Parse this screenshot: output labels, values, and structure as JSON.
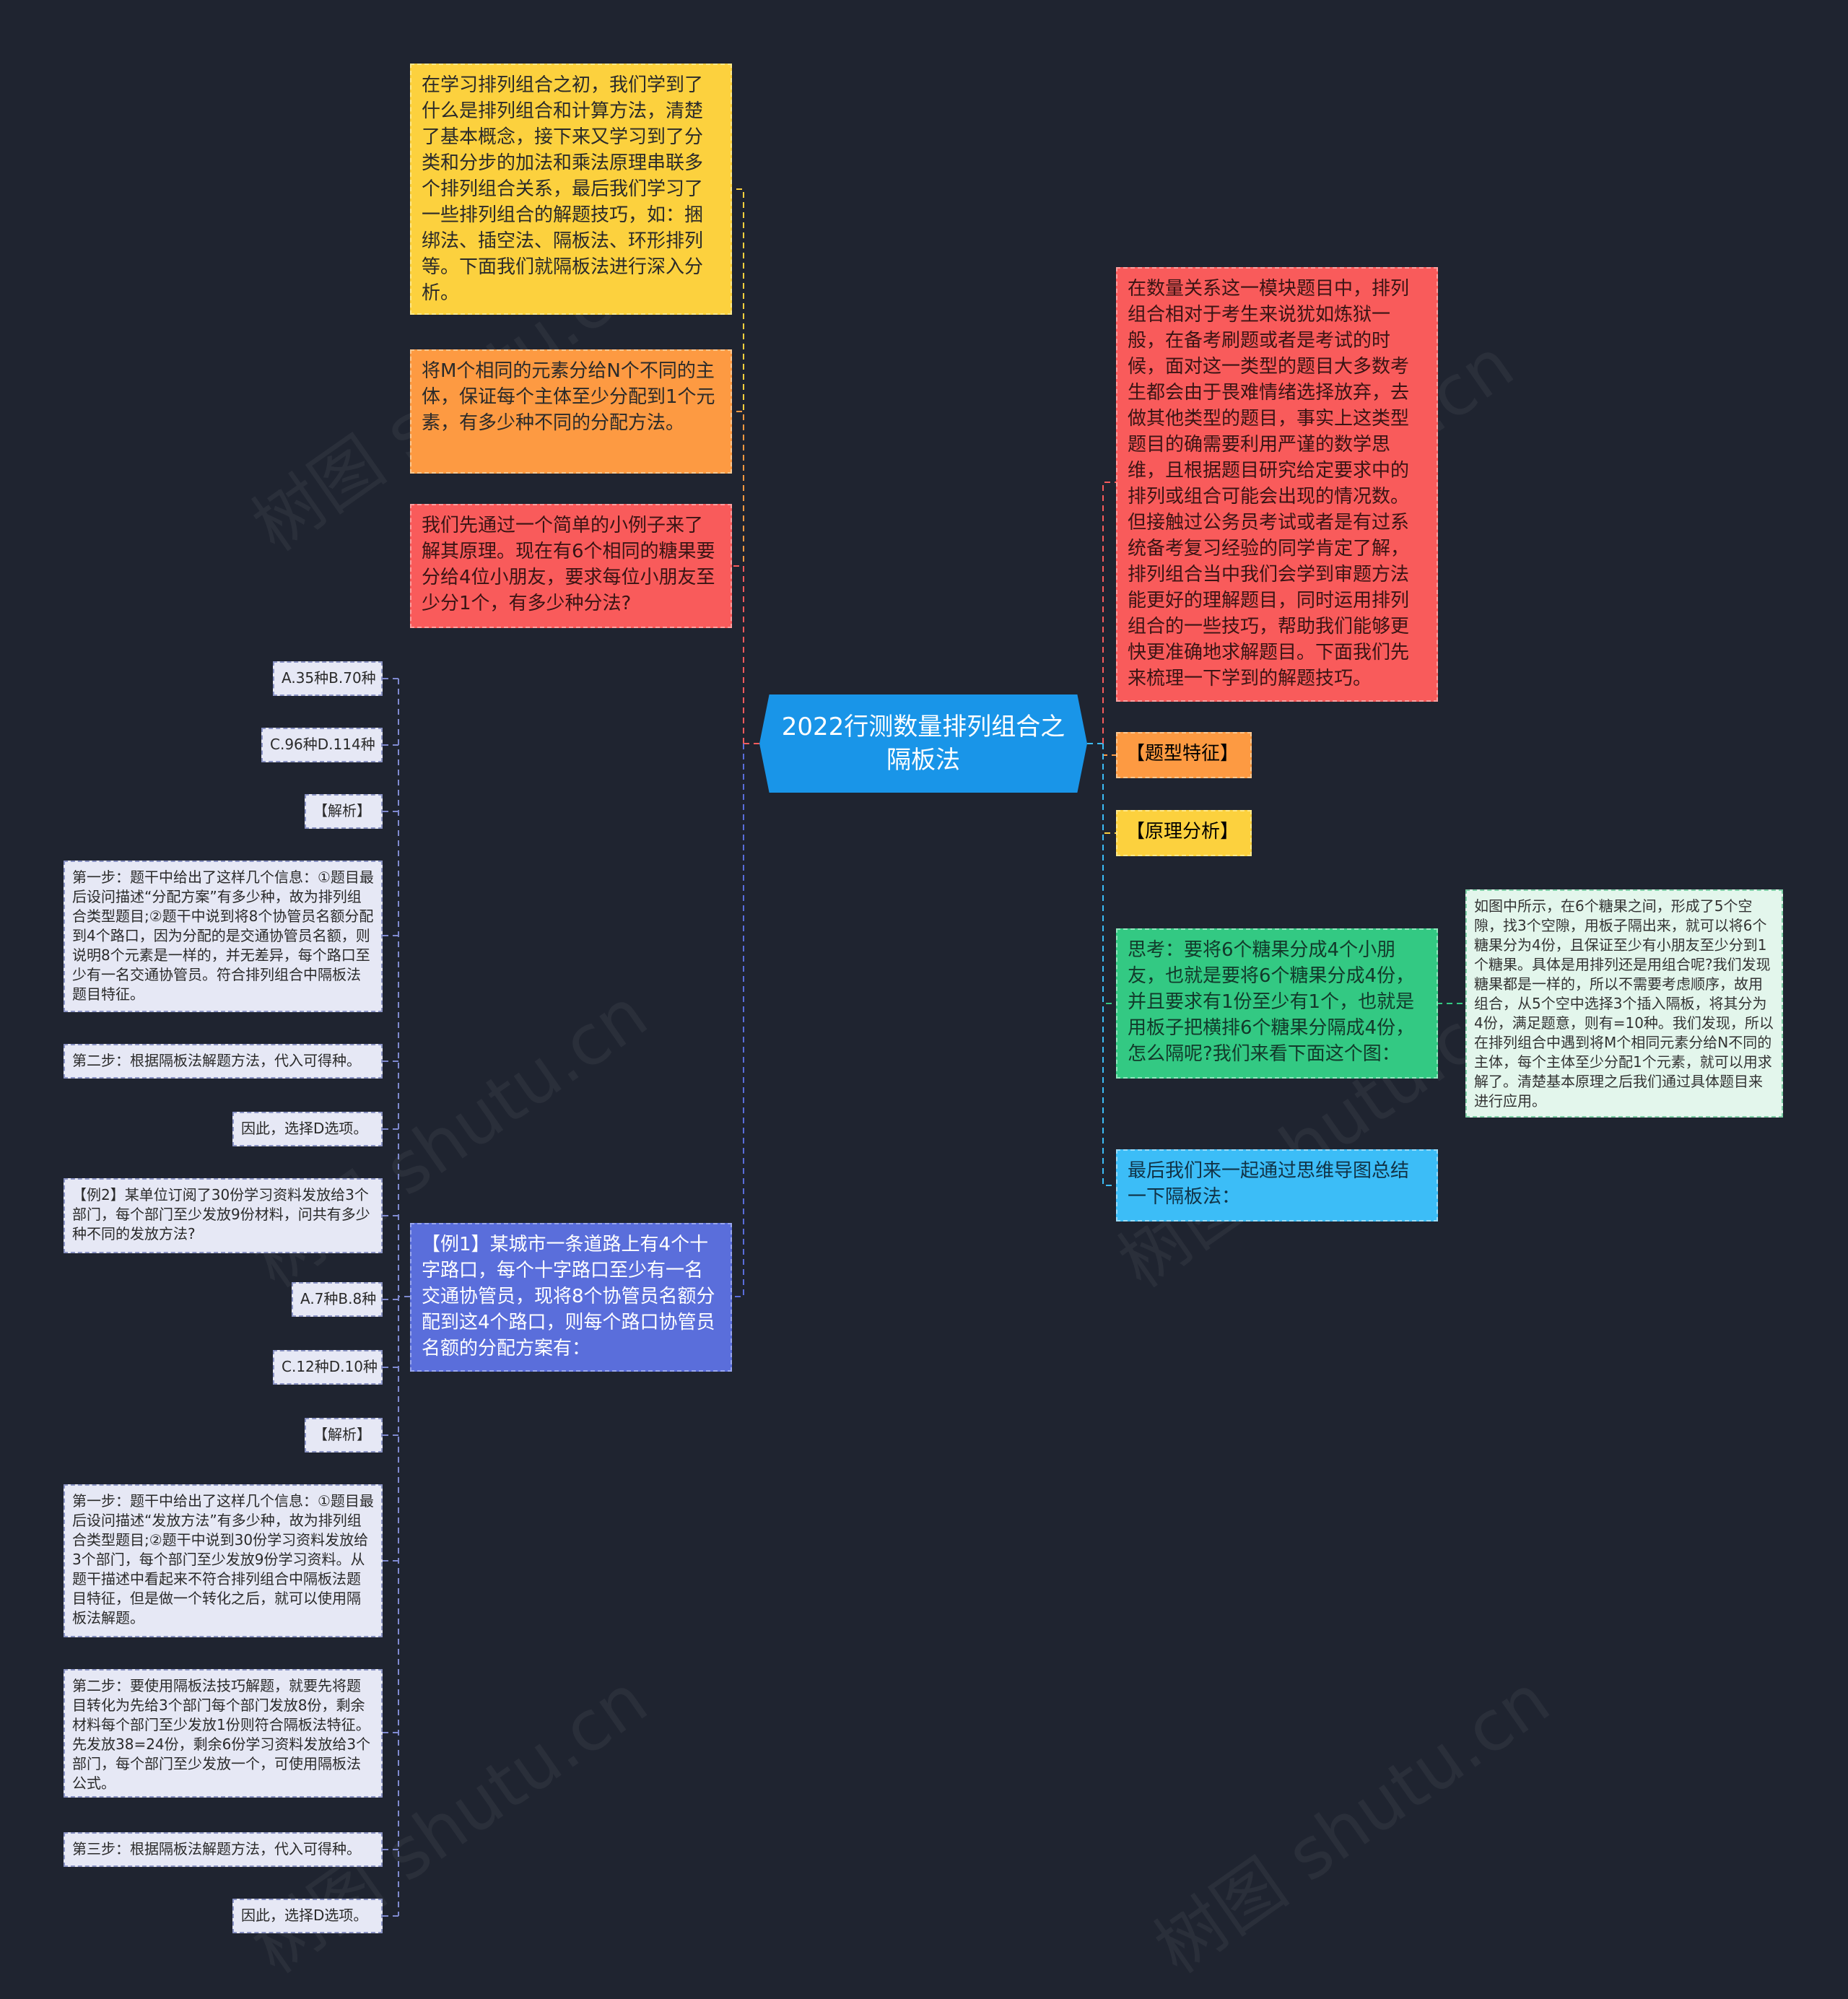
{
  "center": "2022行测数量排列组合之隔板法",
  "left": {
    "intro": "在学习排列组合之初，我们学到了什么是排列组合和计算方法，清楚了基本概念，接下来又学习到了分类和分步的加法和乘法原理串联多个排列组合关系，最后我们学习了一些排列组合的解题技巧，如：捆绑法、插空法、隔板法、环形排列等。下面我们就隔板法进行深入分析。",
    "definition": "将M个相同的元素分给N个不同的主体，保证每个主体至少分配到1个元素，有多少种不同的分配方法。",
    "example_intro": "我们先通过一个简单的小例子来了解其原理。现在有6个相同的糖果要分给4位小朋友，要求每位小朋友至少分1个，有多少种分法?",
    "example1": "【例1】某城市一条道路上有4个十字路口，每个十字路口至少有一名交通协管员，现将8个协管员名额分配到这4个路口，则每个路口协管员名额的分配方案有：",
    "example1_items": [
      "A.35种B.70种",
      "C.96种D.114种",
      "【解析】",
      "第一步：题干中给出了这样几个信息：①题目最后设问描述“分配方案”有多少种，故为排列组合类型题目;②题干中说到将8个协管员名额分配到4个路口，因为分配的是交通协管员名额，则说明8个元素是一样的，并无差异，每个路口至少有一名交通协管员。符合排列组合中隔板法题目特征。",
      "第二步：根据隔板法解题方法，代入可得种。",
      "因此，选择D选项。",
      "【例2】某单位订阅了30份学习资料发放给3个部门，每个部门至少发放9份材料，问共有多少种不同的发放方法?",
      "A.7种B.8种",
      "C.12种D.10种",
      "【解析】",
      "第一步：题干中给出了这样几个信息：①题目最后设问描述“发放方法”有多少种，故为排列组合类型题目;②题干中说到30份学习资料发放给3个部门，每个部门至少发放9份学习资料。从题干描述中看起来不符合排列组合中隔板法题目特征，但是做一个转化之后，就可以使用隔板法解题。",
      "第二步：要使用隔板法技巧解题，就要先将题目转化为先给3个部门每个部门发放8份，剩余材料每个部门至少发放1份则符合隔板法特征。先发放38=24份，剩余6份学习资料发放给3个部门，每个部门至少发放一个，可使用隔板法公式。",
      "第三步：根据隔板法解题方法，代入可得种。",
      "因此，选择D选项。"
    ]
  },
  "right": {
    "intro": "在数量关系这一模块题目中，排列组合相对于考生来说犹如炼狱一般，在备考刷题或者是考试的时候，面对这一类型的题目大多数考生都会由于畏难情绪选择放弃，去做其他类型的题目，事实上这类型题目的确需要利用严谨的数学思维，且根据题目研究给定要求中的排列或组合可能会出现的情况数。但接触过公务员考试或者是有过系统备考复习经验的同学肯定了解，排列组合当中我们会学到审题方法能更好的理解题目，同时运用排列组合的一些技巧，帮助我们能够更快更准确地求解题目。下面我们先来梳理一下学到的解题技巧。",
    "tag_features": "【题型特征】",
    "tag_principle": "【原理分析】",
    "thinking": "思考：要将6个糖果分成4个小朋友，也就是要将6个糖果分成4份，并且要求有1份至少有1个，也就是用板子把横排6个糖果分隔成4份，怎么隔呢?我们来看下面这个图：",
    "thinking_detail": "如图中所示，在6个糖果之间，形成了5个空隙，找3个空隙，用板子隔出来，就可以将6个糖果分为4份，且保证至少有小朋友至少分到1个糖果。具体是用排列还是用组合呢?我们发现糖果都是一样的，所以不需要考虑顺序，故用组合，从5个空中选择3个插入隔板，将其分为4份，满足题意，则有=10种。我们发现，所以在排列组合中遇到将M个相同元素分给N不同的主体，每个主体至少分配1个元素，就可以用求解了。清楚基本原理之后我们通过具体题目来进行应用。",
    "summary": "最后我们来一起通过思维导图总结一下隔板法："
  },
  "watermark": "树图 shutu.cn",
  "colors": {
    "background": "#1f2430",
    "center": "#1995e8",
    "yellow": "#fcd13e",
    "orange": "#fd9a42",
    "red": "#f95b5b",
    "blue": "#5a6edb",
    "green": "#33c983",
    "cyan": "#3cbdf7",
    "lightgray": "#e6e8f5",
    "mint": "#e3f6ec"
  }
}
